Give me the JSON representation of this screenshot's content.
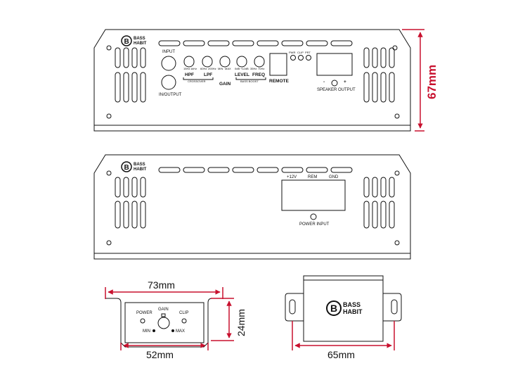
{
  "brand": {
    "line1": "BASS",
    "line2": "HABIT",
    "letter": "B"
  },
  "front_panel": {
    "input_label": "INPUT",
    "in_output_label": "IN/OUTPUT",
    "hpf_label": "HPF",
    "lpf_label": "LPF",
    "gain_label": "GAIN",
    "level_label": "LEVEL",
    "freq_label": "FREQ",
    "crossover_label": "CROSSOVER",
    "bass_boost_label": "BASS BOOST",
    "hpf_range": [
      "15Hz",
      "1kHz"
    ],
    "lpf_range": [
      "60Hz",
      "200Hz"
    ],
    "gain_range": [
      "MIN",
      "MAX"
    ],
    "level_range": [
      "0dB",
      "+12dB"
    ],
    "freq_range": [
      "35Hz",
      "70Hz"
    ],
    "remote_label": "REMOTE",
    "indicators": [
      "PWR",
      "CLIP",
      "PRT"
    ],
    "speaker_output_label": "SPEAKER OUTPUT",
    "minus": "-",
    "plus": "+"
  },
  "back_panel": {
    "terminals": [
      "+12V",
      "REM",
      "GND"
    ],
    "power_input_label": "POWER INPUT"
  },
  "remote_unit": {
    "power_label": "POWER",
    "gain_label": "GAIN",
    "clip_label": "CLIP",
    "min_label": "MIN",
    "max_label": "MAX"
  },
  "dimensions": {
    "height": "67mm",
    "remote_width_outer": "73mm",
    "remote_width_inner": "52mm",
    "remote_height": "24mm",
    "remote_depth": "65mm"
  },
  "colors": {
    "accent": "#c8102e",
    "line": "#111111"
  }
}
